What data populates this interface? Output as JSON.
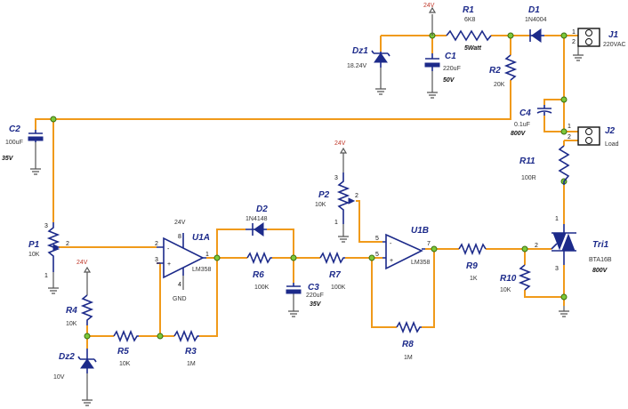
{
  "components": {
    "R1": {
      "ref": "R1",
      "value": "6K8",
      "rating": "5Watt"
    },
    "D1": {
      "ref": "D1",
      "value": "1N4004"
    },
    "J1": {
      "ref": "J1",
      "value": "220VAC"
    },
    "Dz1": {
      "ref": "Dz1",
      "value": "18.24V"
    },
    "C1": {
      "ref": "C1",
      "value": "220uF",
      "rating": "50V"
    },
    "R2": {
      "ref": "R2",
      "value": "20K"
    },
    "C2": {
      "ref": "C2",
      "value": "100uF",
      "rating": "35V"
    },
    "C4": {
      "ref": "C4",
      "value": "0.1uF",
      "rating": "800V"
    },
    "J2": {
      "ref": "J2",
      "value": "Load"
    },
    "R11": {
      "ref": "R11",
      "value": "100R"
    },
    "P1": {
      "ref": "P1",
      "value": "10K"
    },
    "P2": {
      "ref": "P2",
      "value": "10K"
    },
    "U1A": {
      "ref": "U1A",
      "value": "LM358"
    },
    "U1B": {
      "ref": "U1B",
      "value": "LM358"
    },
    "D2": {
      "ref": "D2",
      "value": "1N4148"
    },
    "R6": {
      "ref": "R6",
      "value": "100K"
    },
    "R7": {
      "ref": "R7",
      "value": "100K"
    },
    "C3": {
      "ref": "C3",
      "value": "220uF",
      "rating": "35V"
    },
    "R9": {
      "ref": "R9",
      "value": "1K"
    },
    "Tri1": {
      "ref": "Tri1",
      "value": "BTA16B",
      "rating": "800V"
    },
    "R10": {
      "ref": "R10",
      "value": "10K"
    },
    "R4": {
      "ref": "R4",
      "value": "10K"
    },
    "R5": {
      "ref": "R5",
      "value": "10K"
    },
    "R3": {
      "ref": "R3",
      "value": "1M"
    },
    "R8": {
      "ref": "R8",
      "value": "1M"
    },
    "Dz2": {
      "ref": "Dz2",
      "value": "10V"
    }
  },
  "power": {
    "vcc": "24V",
    "gnd": "GND"
  },
  "pins": {
    "one": "1",
    "two": "2",
    "three": "3",
    "four": "4",
    "five": "5",
    "seven": "7",
    "eight": "8",
    "minus": "-",
    "plus": "+"
  },
  "colors": {
    "wire": "#f09a1a",
    "component": "#1c2a8a",
    "junction": "#7cc83a",
    "label": "#1c2a8a"
  }
}
